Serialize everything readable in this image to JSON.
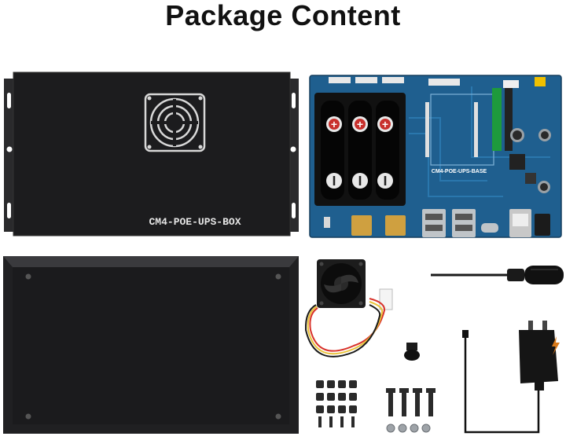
{
  "heading": "Package Content",
  "items": {
    "box_top_label": "CM4-POE-UPS-BOX",
    "board_label": "CM4-POE-UPS-BASE"
  },
  "colors": {
    "case": "#1b1b1d",
    "case_edge": "#2c2c2f",
    "pcb": "#1f5f8f",
    "pcb_dark": "#174a70",
    "gold": "#d2a23a",
    "usb": "#bfc4c8",
    "charger": "#151515",
    "cable_red": "#d8322a",
    "cable_yellow": "#e9c33a",
    "cable_black": "#1a1a1a"
  }
}
